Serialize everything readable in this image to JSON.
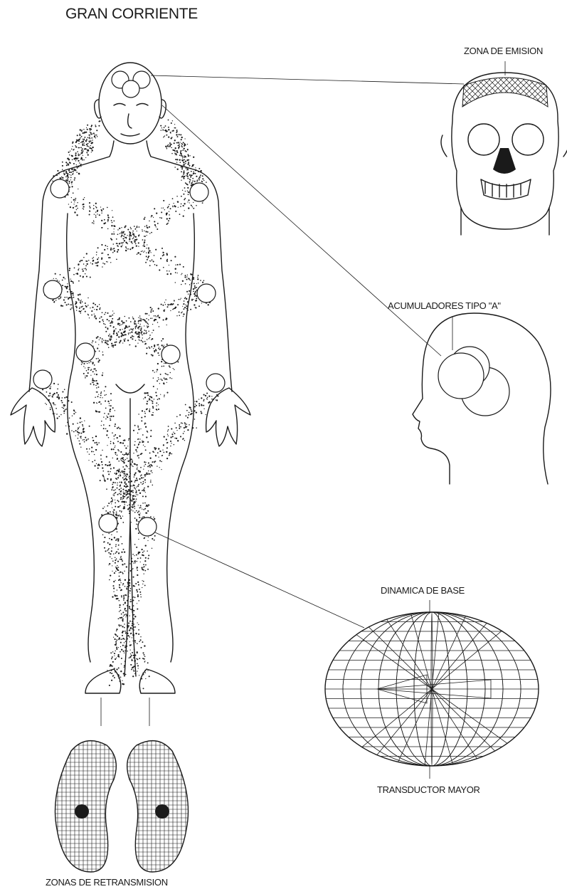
{
  "title": "GRAN CORRIENTE",
  "labels": {
    "zona_emision": "ZONA DE EMISION",
    "acumuladores": "ACUMULADORES TIPO  \"A\"",
    "dinamica_base": "DINAMICA DE BASE",
    "transductor": "TRANSDUCTOR MAYOR",
    "zonas_retransmision": "ZONAS DE RETRANSMISION"
  },
  "colors": {
    "ink": "#1a1a1a",
    "paper": "#ffffff"
  }
}
